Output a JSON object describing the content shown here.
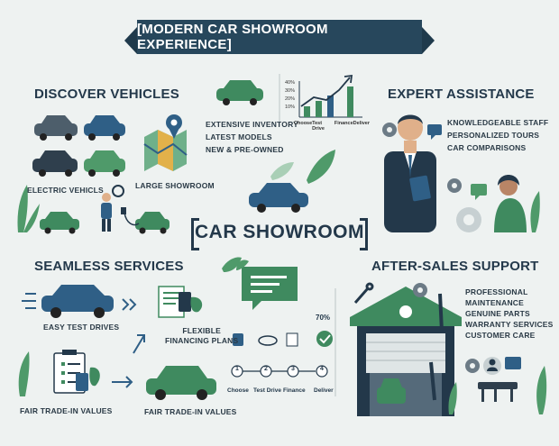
{
  "title": "[MODERN CAR SHOWROOM EXPERIENCE]",
  "center_title": "CAR SHOWROOM",
  "sections": {
    "discover": {
      "heading": "DISCOVER VEHICLES",
      "items": [
        "EXTENSIVE INVENTORY",
        "LATEST MODELS",
        "NEW & PRE-OWNED"
      ],
      "electric_label": "ELECTRIC VEHICLS",
      "showroom_label": "LARGE SHOWROOM"
    },
    "expert": {
      "heading": "EXPERT ASSISTANCE",
      "items": [
        "KNOWLEDGEABLE STAFF",
        "PERSONALIZED TOURS",
        "CAR COMPARISONS"
      ]
    },
    "seamless": {
      "heading": "SEAMLESS SERVICES",
      "test_drives": "EASY TEST DRIVES",
      "financing": [
        "FLEXIBLE",
        "FINANCING PLANS"
      ],
      "trade_in_1": "FAIR TRADE-IN VALUES",
      "trade_in_2": "FAIR TRADE-IN VALUES"
    },
    "after_sales": {
      "heading": "AFTER-SALES SUPPORT",
      "items": [
        "PROFESSIONAL",
        "MAINTENANCE",
        "GENUINE PARTS",
        "WARRANTY SERVICES",
        "CUSTOMER CARE"
      ]
    }
  },
  "top_chart": {
    "y_ticks": [
      "40%",
      "30%",
      "20%",
      "10%"
    ],
    "steps": [
      "Choose",
      "Test Drive",
      "Finance",
      "Deliver"
    ]
  },
  "process": {
    "percent": "70%",
    "steps": [
      "Choose",
      "Test Drive",
      "Finance",
      "Deliver"
    ],
    "numbers": [
      "1",
      "2",
      "3",
      "4"
    ]
  },
  "colors": {
    "navy": "#27475c",
    "green": "#3f8a5f",
    "leaf": "#4f9a6a",
    "blue": "#2f5f86"
  }
}
